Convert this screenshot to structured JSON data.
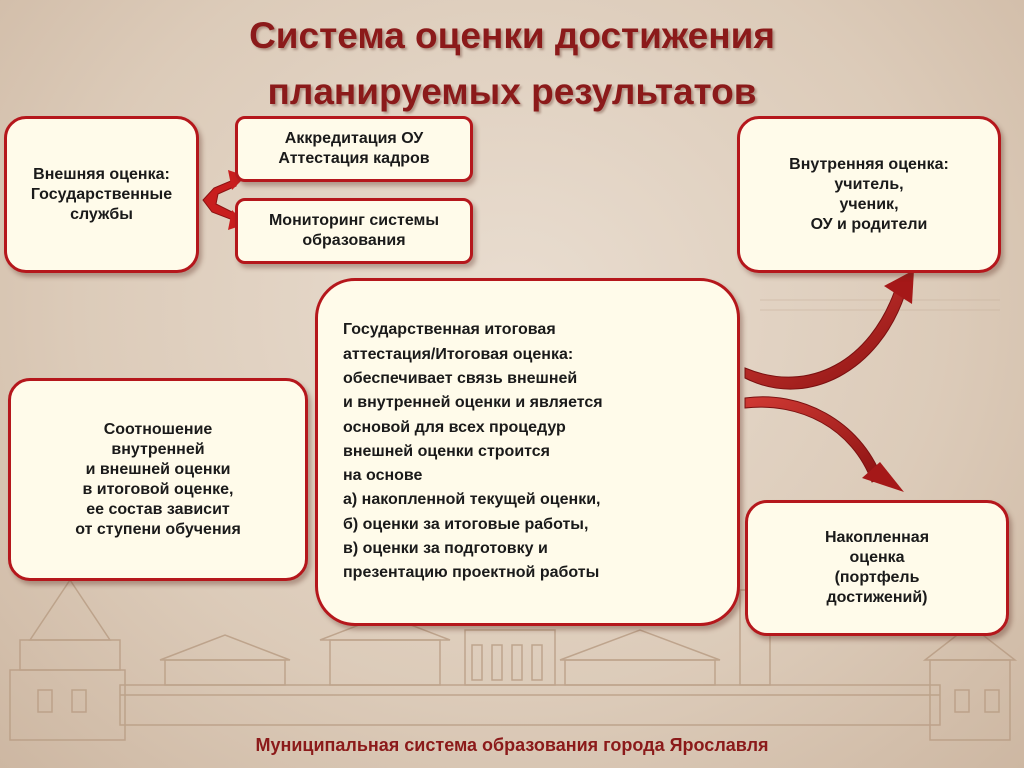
{
  "title": {
    "line1": "Система оценки достижения",
    "line2": "планируемых  результатов"
  },
  "boxes": {
    "external": "Внешняя оценка:\nГосударственные\nслужбы",
    "accreditation": "Аккредитация ОУ\nАттестация кадров",
    "monitoring": "Мониторинг системы\nобразования",
    "internal": "Внутренняя оценка:\nучитель,\nученик,\nОУ и родители",
    "central": " Государственная итоговая\nаттестация/Итоговая оценка:\nобеспечивает связь внешней\nи внутренней оценки и является\nосновой для всех процедур\nвнешней оценки строится\nна основе\nа) накопленной текущей оценки,\nб) оценки за итоговые работы,\nв) оценки за подготовку и\nпрезентацию проектной работы",
    "ratio": "Соотношение\nвнутренней\nи внешней оценки\nв итоговой  оценке,\nее состав зависит\nот ступени обучения",
    "accumulated": "Накопленная\nоценка\n(портфель\nдостижений)"
  },
  "footer": "Муниципальная система образования города Ярославля",
  "colors": {
    "accent": "#b5171c",
    "title": "#8b1a1a",
    "box_fill": "#fffbea"
  }
}
